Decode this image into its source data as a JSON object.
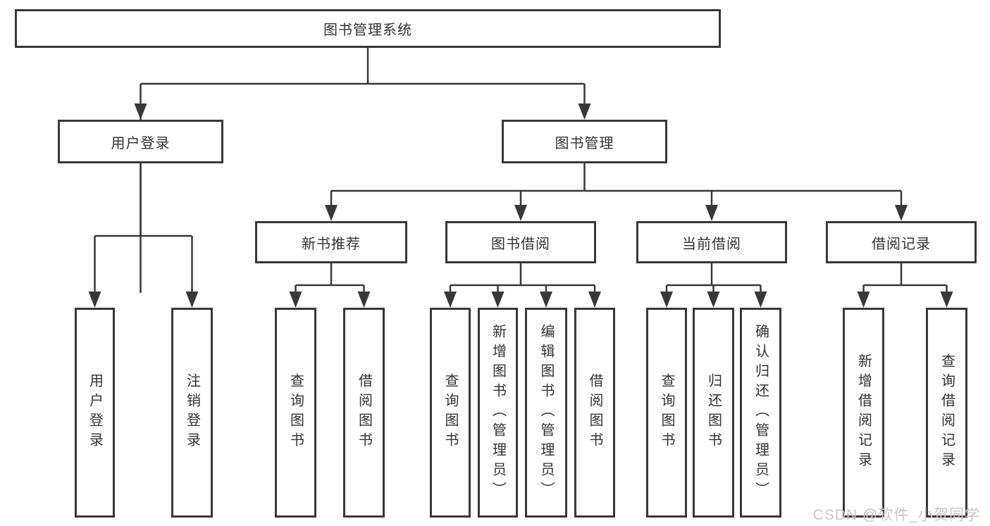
{
  "diagram": {
    "root": {
      "label": "图书管理系统"
    },
    "branches": [
      {
        "label": "用户登录",
        "children": [
          {
            "label": "用户登录"
          },
          {
            "label": "注销登录"
          }
        ]
      },
      {
        "label": "图书管理",
        "children": [
          {
            "label": "新书推荐",
            "children": [
              {
                "label": "查询图书"
              },
              {
                "label": "借阅图书"
              }
            ]
          },
          {
            "label": "图书借阅",
            "children": [
              {
                "label": "查询图书"
              },
              {
                "label": "新增图书（管理员）"
              },
              {
                "label": "编辑图书（管理员）"
              },
              {
                "label": "借阅图书"
              }
            ]
          },
          {
            "label": "当前借阅",
            "children": [
              {
                "label": "查询图书"
              },
              {
                "label": "归还图书"
              },
              {
                "label": "确认归还（管理员）"
              }
            ]
          },
          {
            "label": "借阅记录",
            "children": [
              {
                "label": "新增借阅记录"
              },
              {
                "label": "查询借阅记录"
              }
            ]
          }
        ]
      }
    ]
  },
  "watermark": {
    "text": "CSDN @软件_小贺同学"
  },
  "colors": {
    "line": "#383838",
    "text": "#333333",
    "background": "#ffffff",
    "watermark": "#c7c7c7"
  }
}
